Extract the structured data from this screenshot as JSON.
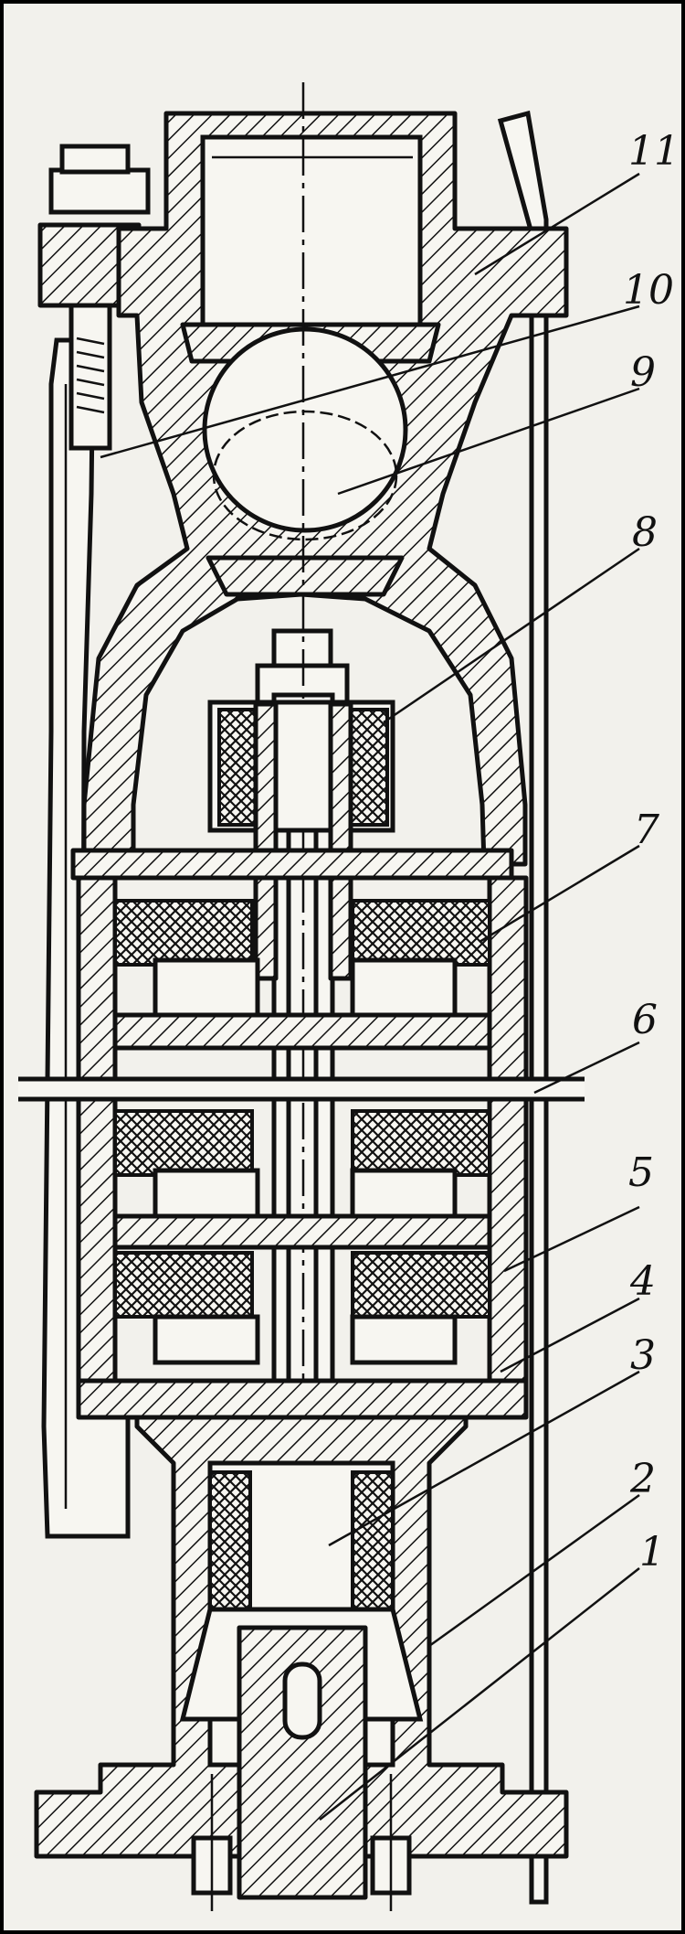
{
  "figure": {
    "frame_color": "#000000",
    "paper_color": "#f2f1ec",
    "ink_color": "#111111",
    "callouts": [
      {
        "id": "1",
        "label": "1"
      },
      {
        "id": "2",
        "label": "2"
      },
      {
        "id": "3",
        "label": "3"
      },
      {
        "id": "4",
        "label": "4"
      },
      {
        "id": "5",
        "label": "5"
      },
      {
        "id": "6",
        "label": "6"
      },
      {
        "id": "7",
        "label": "7"
      },
      {
        "id": "8",
        "label": "8"
      },
      {
        "id": "9",
        "label": "9"
      },
      {
        "id": "10",
        "label": "10"
      },
      {
        "id": "11",
        "label": "11"
      }
    ]
  }
}
